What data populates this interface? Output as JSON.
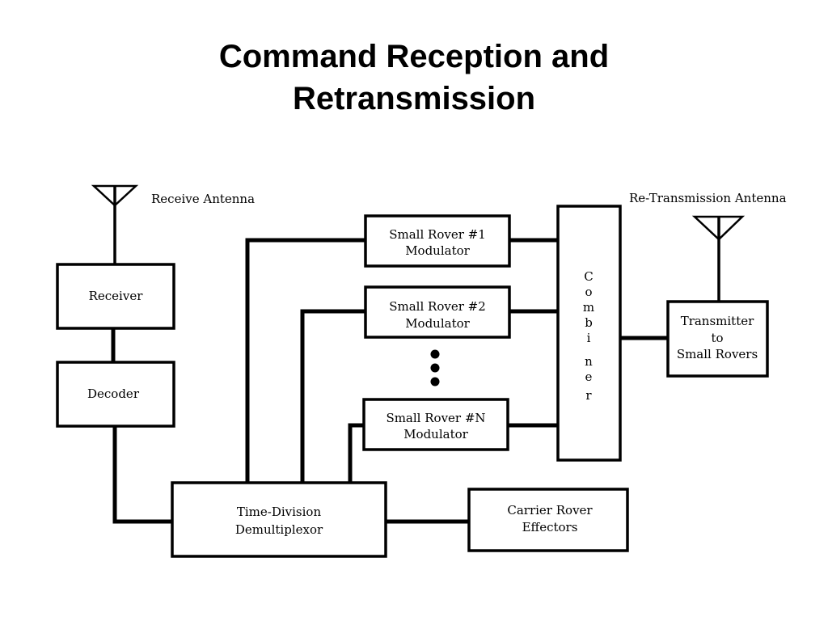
{
  "title": {
    "line1": "Command Reception and",
    "line2": "Retransmission"
  },
  "antennas": {
    "receive": "Receive Antenna",
    "retransmit": "Re-Transmission Antenna"
  },
  "blocks": {
    "receiver": "Receiver",
    "decoder": "Decoder",
    "demux_line1": "Time-Division",
    "demux_line2": "Demultiplexor",
    "mod1_line1": "Small Rover #1",
    "mod1_line2": "Modulator",
    "mod2_line1": "Small Rover #2",
    "mod2_line2": "Modulator",
    "modn_line1": "Small Rover #N",
    "modn_line2": "Modulator",
    "combiner_letters": [
      "C",
      "o",
      "m",
      "b",
      "i",
      "n",
      "e",
      "r"
    ],
    "transmitter_line1": "Transmitter",
    "transmitter_line2": "to",
    "transmitter_line3": "Small Rovers",
    "effectors_line1": "Carrier Rover",
    "effectors_line2": "Effectors"
  },
  "icons": {
    "antenna": "antenna-icon",
    "ellipsis": "vertical-ellipsis-icon"
  }
}
